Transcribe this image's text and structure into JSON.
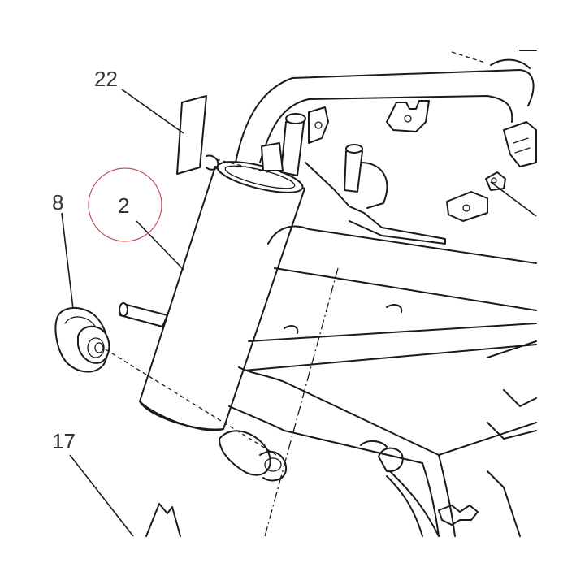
{
  "diagram": {
    "callouts": [
      {
        "id": "22",
        "label": "22"
      },
      {
        "id": "2",
        "label": "2"
      },
      {
        "id": "8",
        "label": "8"
      },
      {
        "id": "17",
        "label": "17"
      }
    ],
    "highlight_color": "#c0505a",
    "line_color": "#1a1a1a"
  }
}
